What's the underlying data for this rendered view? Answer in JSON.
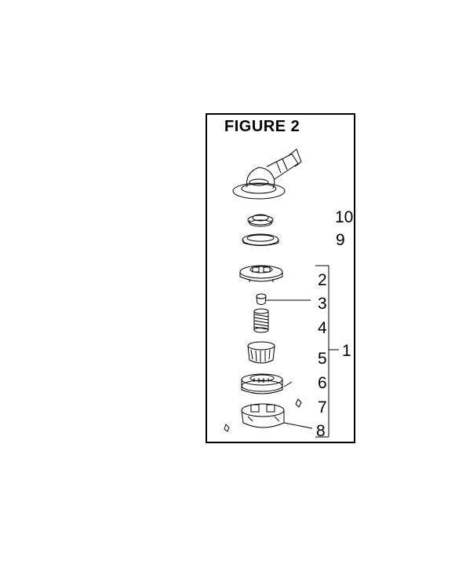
{
  "figure": {
    "title": "FIGURE 2",
    "bracket_label": "1",
    "callouts": [
      "10",
      "9",
      "2",
      "3",
      "4",
      "5",
      "6",
      "7",
      "8"
    ]
  }
}
